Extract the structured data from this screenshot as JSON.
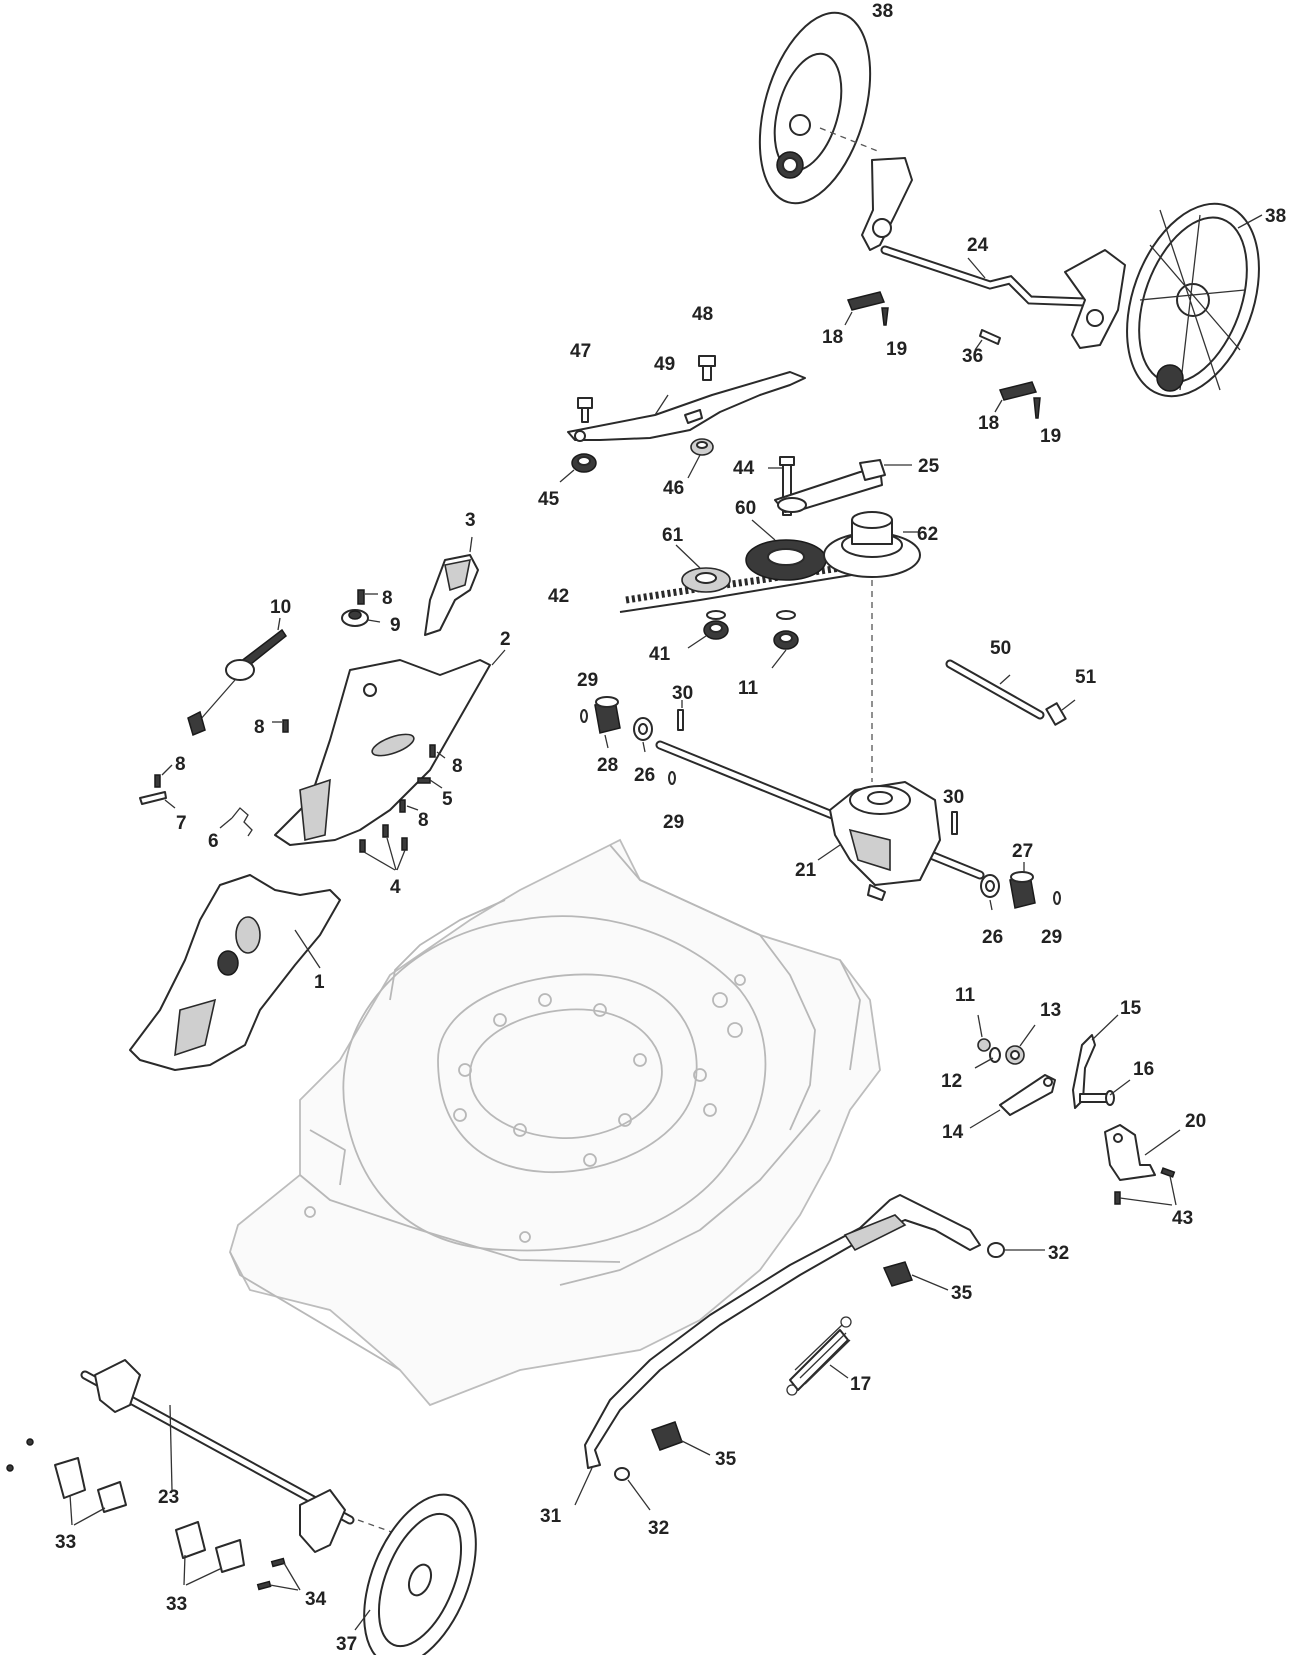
{
  "labels": {
    "l1": "1",
    "l2": "2",
    "l3": "3",
    "l4": "4",
    "l5": "5",
    "l6": "6",
    "l7": "7",
    "l8": "8",
    "l9": "9",
    "l10": "10",
    "l11": "11",
    "l12": "12",
    "l13": "13",
    "l14": "14",
    "l15": "15",
    "l16": "16",
    "l17": "17",
    "l18": "18",
    "l19": "19",
    "l20": "20",
    "l21": "21",
    "l23": "23",
    "l24": "24",
    "l25": "25",
    "l26": "26",
    "l27": "27",
    "l28": "28",
    "l29": "29",
    "l30": "30",
    "l31": "31",
    "l32": "32",
    "l33": "33",
    "l34": "34",
    "l35": "35",
    "l36": "36",
    "l37": "37",
    "l38": "38",
    "l41": "41",
    "l42": "42",
    "l43": "43",
    "l44": "44",
    "l45": "45",
    "l46": "46",
    "l47": "47",
    "l48": "48",
    "l49": "49",
    "l50": "50",
    "l51": "51",
    "l60": "60",
    "l61": "61",
    "l62": "62"
  }
}
